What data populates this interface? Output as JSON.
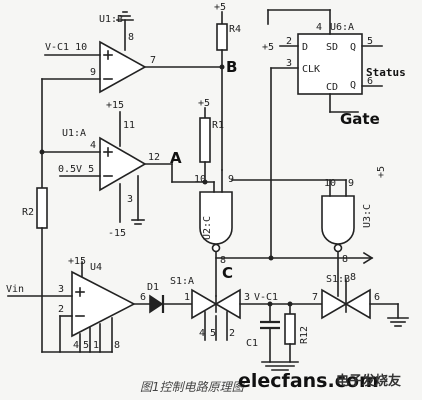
{
  "labels": {
    "u1b": "U1:B",
    "vc1_in": "V-C1 10",
    "pin9": "9",
    "pin7": "7",
    "pin8": "8",
    "plus5_top": "+5",
    "r4": "R4",
    "node_b": "B",
    "u1a": "U1:A",
    "plus15_mid": "+15",
    "pin11": "11",
    "pin4": "4",
    "v05": "0.5V 5",
    "pin3": "3",
    "minus15": "-15",
    "pin12": "12",
    "node_a": "A",
    "r2": "R2",
    "plus5_r1": "+5",
    "r1": "R1",
    "u2c": "U2:C",
    "pin10_u2": "10",
    "pin8_u2": "8",
    "pin9_u2": "9",
    "u3c": "U3:C",
    "plus5_u3": "+5",
    "pin10_u3": "10",
    "pin8_u3": "8",
    "pin9_u3": "9",
    "u6a": "U6:A",
    "plus5_ff": "+5",
    "pin2": "2",
    "pin3_ff": "3",
    "pin4_ff": "4",
    "pin5": "5",
    "pin6": "6",
    "d": "D",
    "clk": "CLK",
    "sd": "SD",
    "cd": "CD",
    "q": "Q",
    "qn": "Q",
    "status": "Status",
    "gate": "Gate",
    "u4": "U4",
    "plus15_u4": "+15",
    "vin": "Vin",
    "pin3_u4": "3",
    "pin2_u4": "2",
    "pin6_u4": "6",
    "pin4_u4": "4",
    "pin5_u4": "5",
    "pin1_u4": "1",
    "pin8_u4": "8",
    "d1": "D1",
    "s1a": "S1:A",
    "s1a_p1": "1",
    "s1a_p3": "3",
    "node_c": "C",
    "s1a_b4": "4",
    "s1a_b5": "5",
    "s1a_b2": "2",
    "vc1_node": "V-C1",
    "c1": "C1",
    "r12": "R12",
    "s1b": "S1:B",
    "s1b_p7": "7",
    "s1b_p8": "8",
    "s1b_p6": "6"
  },
  "caption": "图1控制电路原理图",
  "watermark": {
    "site": "elecfans.com",
    "brand": "电子发烧友"
  }
}
